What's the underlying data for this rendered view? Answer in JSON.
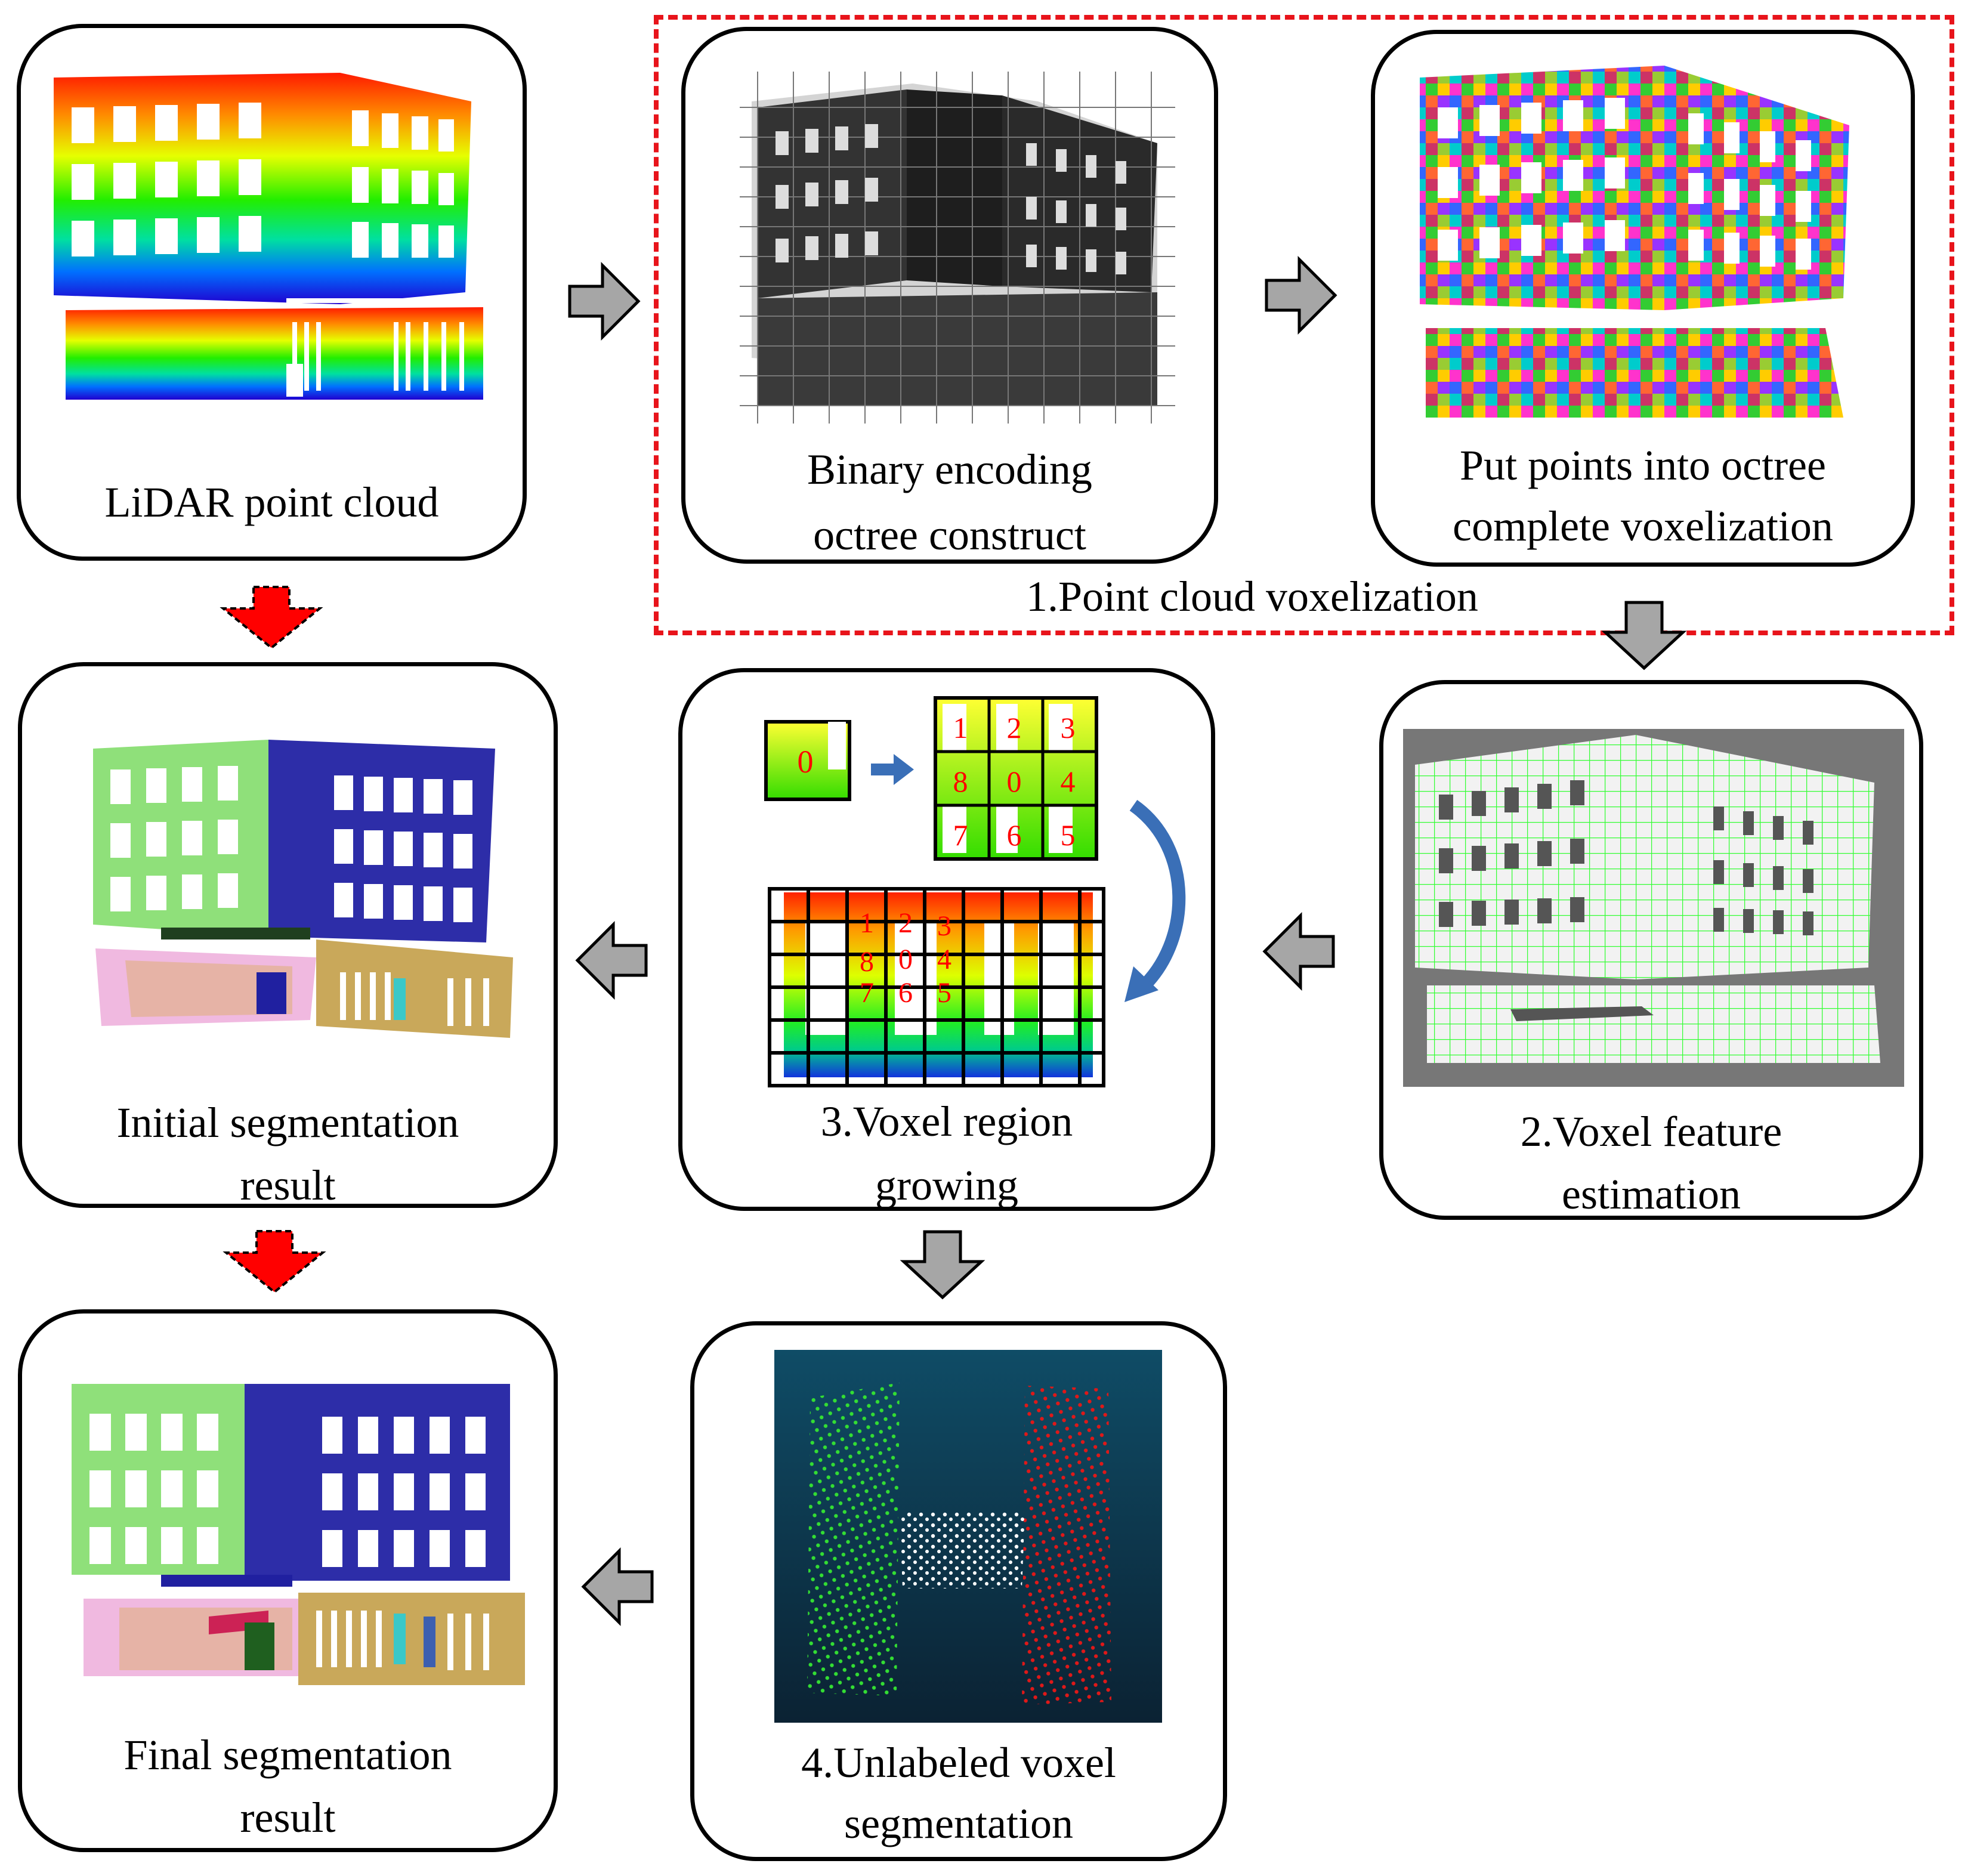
{
  "stages": {
    "lidar": "LiDAR point cloud",
    "binary_line1": "Binary encoding",
    "binary_line2": "octree construct",
    "put_line1": "Put points into octree",
    "put_line2": "complete voxelization",
    "feature_line1": "2.Voxel feature",
    "feature_line2": "estimation",
    "growing_line1": "3.Voxel region",
    "growing_line2": "growing",
    "initial_line1": "Initial segmentation",
    "initial_line2": "result",
    "unlabeled_line1": "4.Unlabeled voxel",
    "unlabeled_line2": "segmentation",
    "final_line1": "Final segmentation",
    "final_line2": "result"
  },
  "group_label": "1.Point cloud voxelization",
  "neighborhood": {
    "center": "0",
    "grid": [
      "1",
      "2",
      "3",
      "8",
      "0",
      "4",
      "7",
      "6",
      "5"
    ]
  },
  "colors": {
    "dash": "#e8141b",
    "arrow_gray": "#a6a6a6",
    "arrow_red": "#ff0000",
    "arrow_blue": "#3a6fb7",
    "voxel_green": "#33ff33",
    "seg_green": "#8fe07a",
    "seg_blue": "#2d2da8",
    "seg_tan": "#c9a85a",
    "seg_pink": "#f0b9e0"
  }
}
